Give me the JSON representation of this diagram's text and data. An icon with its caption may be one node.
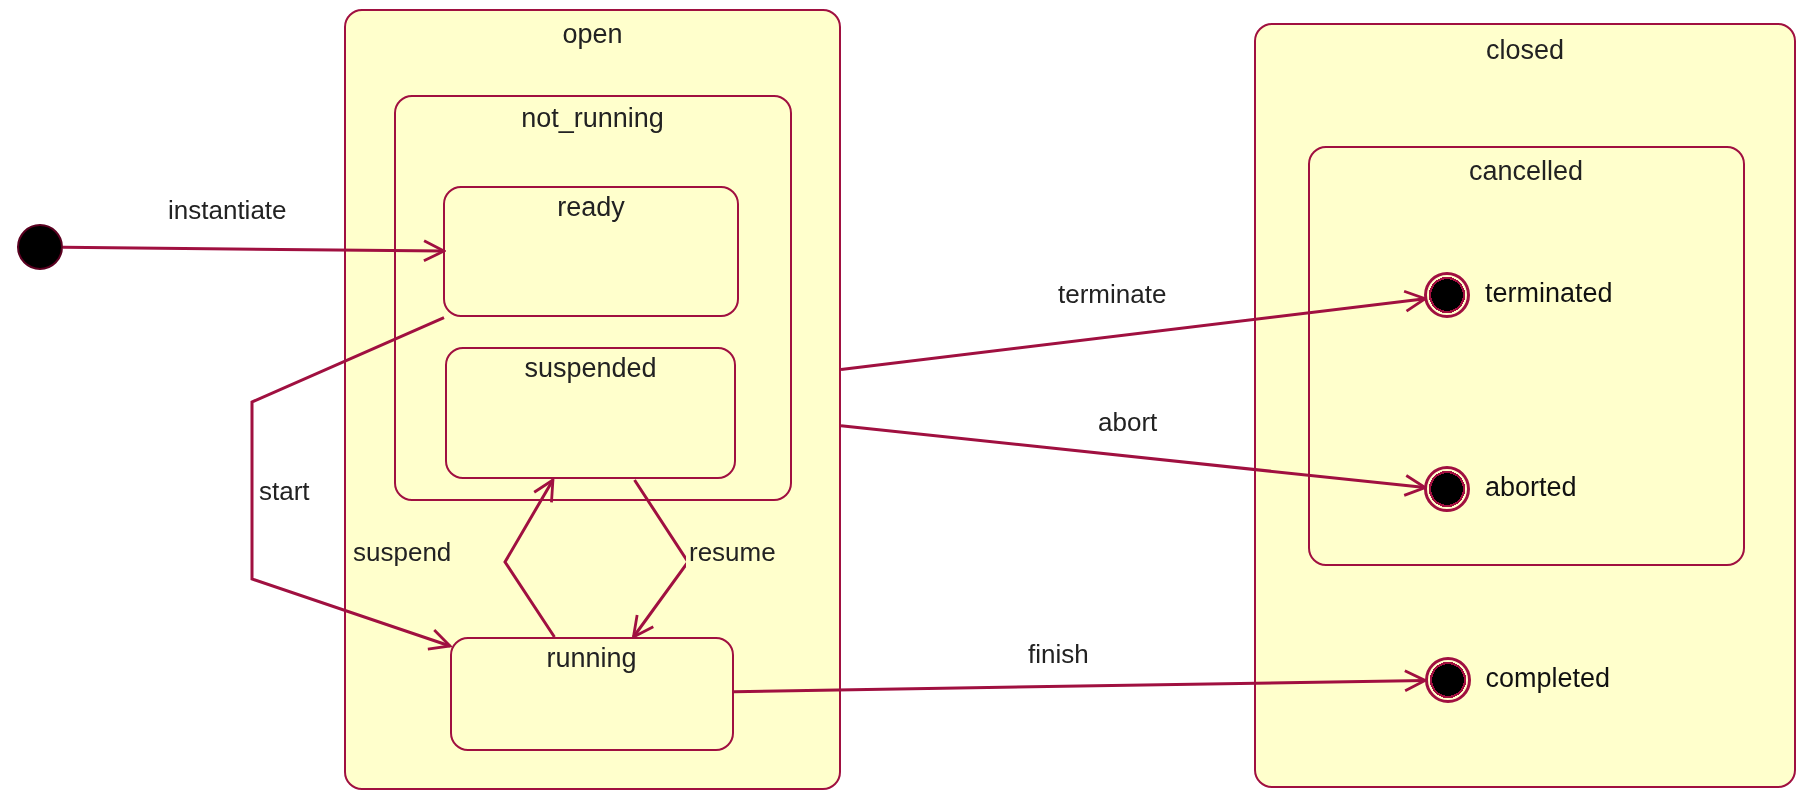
{
  "diagram": {
    "nodes": [
      {
        "text": [],
        "shape": "circle"
      },
      {
        "text": [
          "open"
        ]
      },
      {
        "text": [
          "not_running"
        ],
        "in": 1
      },
      {
        "text": [
          "ready"
        ],
        "in": 2
      },
      {
        "text": [
          "suspended"
        ],
        "in": 2
      },
      {
        "text": [
          "running"
        ],
        "in": 1
      },
      {
        "text": [
          "closed"
        ]
      },
      {
        "text": [
          "cancelled"
        ],
        "in": 6
      },
      {
        "text": [],
        "shape": "circle",
        "beside": [
          "terminated"
        ],
        "in": 7
      },
      {
        "text": [],
        "shape": "circle",
        "beside": [
          "aborted"
        ],
        "in": 7
      },
      {
        "text": [],
        "shape": "circle",
        "beside": [
          "completed"
        ],
        "in": 6
      }
    ],
    "edges": [
      {
        "from": 0,
        "to": 3,
        "arrow": "to",
        "label": "instantiate"
      },
      {
        "from": 3,
        "to": 5,
        "arrow": "to",
        "label": "start"
      },
      {
        "from": 5,
        "to": 4,
        "arrow": "to",
        "label": "suspend"
      },
      {
        "from": 4,
        "to": 5,
        "arrow": "to",
        "label": "resume"
      },
      {
        "from": 1,
        "to": 8,
        "arrow": "to",
        "label": "terminate"
      },
      {
        "from": 1,
        "to": 9,
        "arrow": "to",
        "label": "abort"
      },
      {
        "from": 5,
        "to": 10,
        "arrow": "to",
        "label": "finish"
      }
    ]
  }
}
